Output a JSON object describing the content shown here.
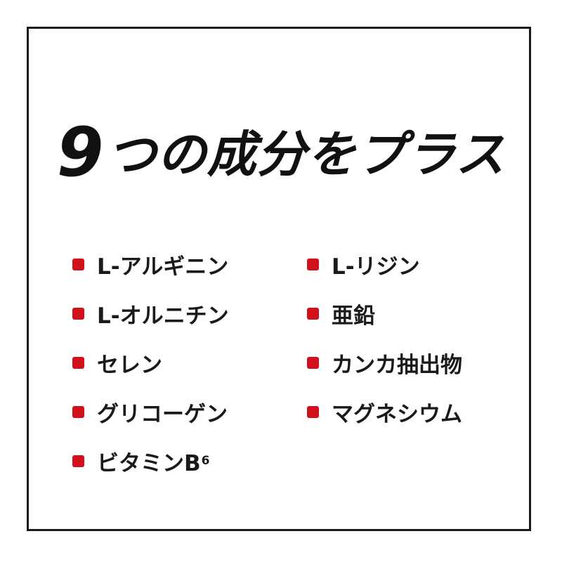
{
  "title": {
    "number": "9",
    "text": "つの成分をプラス"
  },
  "colors": {
    "bullet": "#d0111b",
    "text": "#1a1a1a",
    "border": "#1a1a1a"
  },
  "ingredients_left": [
    {
      "label": "L-アルギニン"
    },
    {
      "label": "L-オルニチン"
    },
    {
      "label": "セレン"
    },
    {
      "label": "グリコーゲン"
    },
    {
      "label": "ビタミンB",
      "subscript": "6"
    }
  ],
  "ingredients_right": [
    {
      "label": "L-リジン"
    },
    {
      "label": "亜鉛"
    },
    {
      "label": "カンカ抽出物"
    },
    {
      "label": "マグネシウム"
    }
  ]
}
